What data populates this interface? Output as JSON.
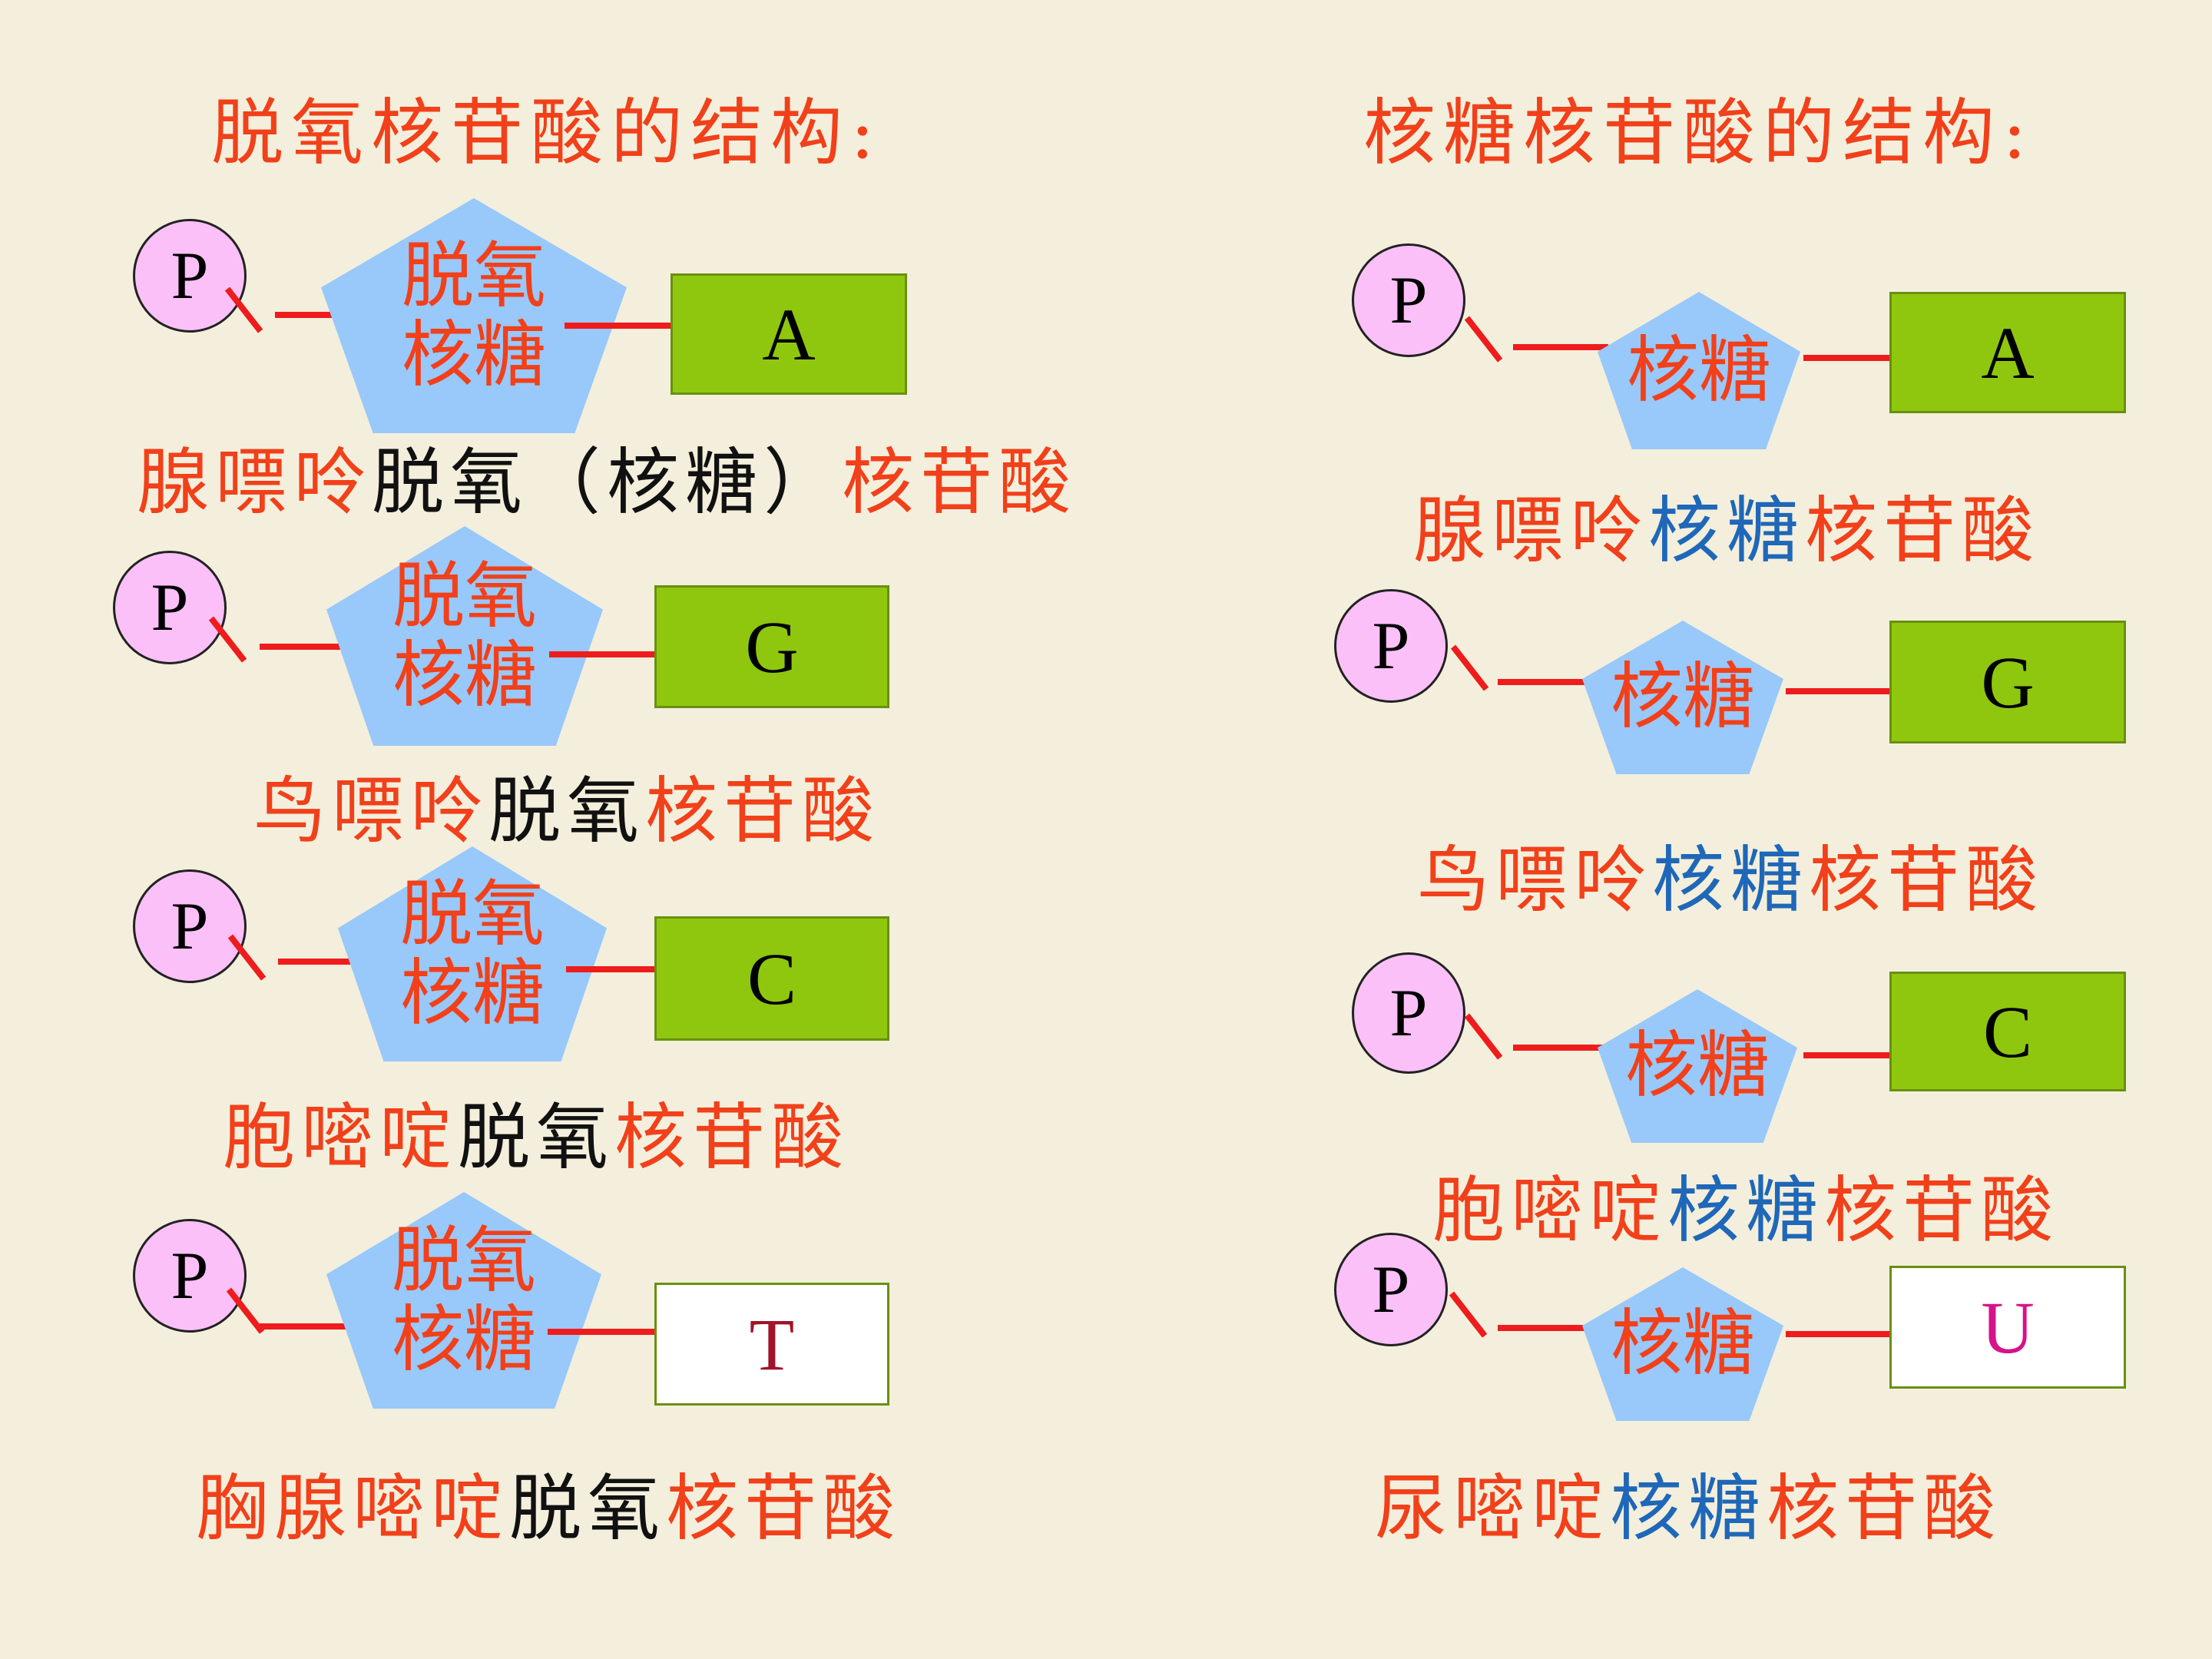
{
  "headings": {
    "left": "脱氧核苷酸的结构:",
    "right": "核糖核苷酸的结构:"
  },
  "phosphate_label": "P",
  "left_sugar": {
    "line1": "脱氧",
    "line2": "核糖"
  },
  "right_sugar": "核糖",
  "left_units": [
    {
      "base": "A",
      "name": {
        "base": "腺嘌呤",
        "sugar": "脱氧（核糖）",
        "suffix": "核苷酸"
      }
    },
    {
      "base": "G",
      "name": {
        "base": "鸟嘌呤",
        "sugar": "脱氧",
        "suffix": "核苷酸"
      }
    },
    {
      "base": "C",
      "name": {
        "base": "胞嘧啶",
        "sugar": "脱氧",
        "suffix": "核苷酸"
      }
    },
    {
      "base": "T",
      "name": {
        "base": "胸腺嘧啶",
        "sugar": "脱氧",
        "suffix": "核苷酸"
      }
    }
  ],
  "right_units": [
    {
      "base": "A",
      "name": {
        "base": "腺嘌呤",
        "sugar": "核糖",
        "suffix": "核苷酸"
      }
    },
    {
      "base": "G",
      "name": {
        "base": "鸟嘌呤",
        "sugar": "核糖",
        "suffix": "核苷酸"
      }
    },
    {
      "base": "C",
      "name": {
        "base": "胞嘧啶",
        "sugar": "核糖",
        "suffix": "核苷酸"
      }
    },
    {
      "base": "U",
      "name": {
        "base": "尿嘧啶",
        "sugar": "核糖",
        "suffix": "核苷酸"
      }
    }
  ],
  "colors": {
    "background": "#f3efdc",
    "text_red": "#f1401a",
    "text_blue": "#1f67b8",
    "bond_red": "#ee1c1c",
    "phosphate_fill": "#fbc0f8",
    "sugar_fill": "#99c8fa",
    "base_green": "#8fc70e",
    "base_T_text": "#a0132a",
    "base_U_text": "#d6138a"
  }
}
